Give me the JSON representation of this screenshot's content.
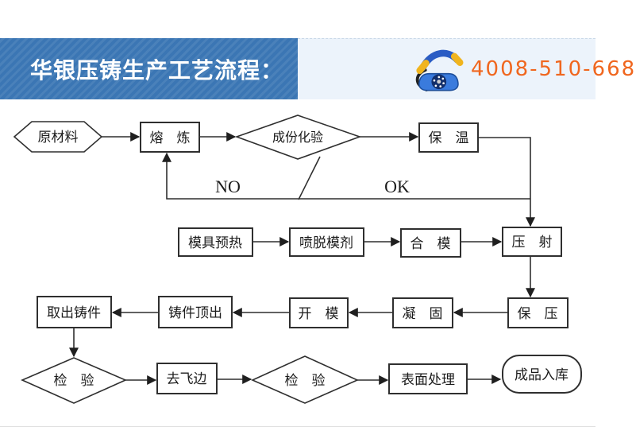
{
  "header": {
    "title": "华银压铸生产工艺流程：",
    "phone": "4008-510-668",
    "banner_color": "#3b76b4",
    "panel_color": "#ecf3fb",
    "phone_color": "#f0661e",
    "phone_icon": "telephone-icon"
  },
  "flowchart": {
    "branch_labels": {
      "no": "NO",
      "ok": "OK"
    },
    "nodes": {
      "raw_material": {
        "label": "原材料",
        "shape": "hexagon"
      },
      "melting": {
        "label": "熔　炼",
        "shape": "rect"
      },
      "composition_test": {
        "label": "成份化验",
        "shape": "diamond"
      },
      "holding": {
        "label": "保　温",
        "shape": "rect"
      },
      "mold_preheat": {
        "label": "模具预热",
        "shape": "rect"
      },
      "spray_release": {
        "label": "喷脱模剂",
        "shape": "rect"
      },
      "mold_close": {
        "label": "合　模",
        "shape": "rect"
      },
      "injection": {
        "label": "压　射",
        "shape": "rect"
      },
      "pressure_hold": {
        "label": "保　压",
        "shape": "rect"
      },
      "solidify": {
        "label": "凝　固",
        "shape": "rect"
      },
      "mold_open": {
        "label": "开　模",
        "shape": "rect"
      },
      "casting_eject": {
        "label": "铸件顶出",
        "shape": "rect"
      },
      "casting_removal": {
        "label": "取出铸件",
        "shape": "rect"
      },
      "inspection_1": {
        "label": "检　验",
        "shape": "diamond"
      },
      "deflashing": {
        "label": "去飞边",
        "shape": "rect"
      },
      "inspection_2": {
        "label": "检　验",
        "shape": "diamond"
      },
      "surface_treatment": {
        "label": "表面处理",
        "shape": "rect"
      },
      "finished_storage": {
        "label": "成品入库",
        "shape": "terminator"
      }
    },
    "edges": [
      "raw_material→melting",
      "melting→composition_test",
      "composition_test→holding (OK)",
      "composition_test→melting (NO)",
      "holding→injection",
      "mold_preheat→spray_release",
      "spray_release→mold_close",
      "mold_close→injection",
      "injection→pressure_hold",
      "pressure_hold→solidify",
      "solidify→mold_open",
      "mold_open→casting_eject",
      "casting_eject→casting_removal",
      "casting_removal→inspection_1",
      "inspection_1→deflashing",
      "deflashing→inspection_2",
      "inspection_2→surface_treatment",
      "surface_treatment→finished_storage"
    ]
  }
}
